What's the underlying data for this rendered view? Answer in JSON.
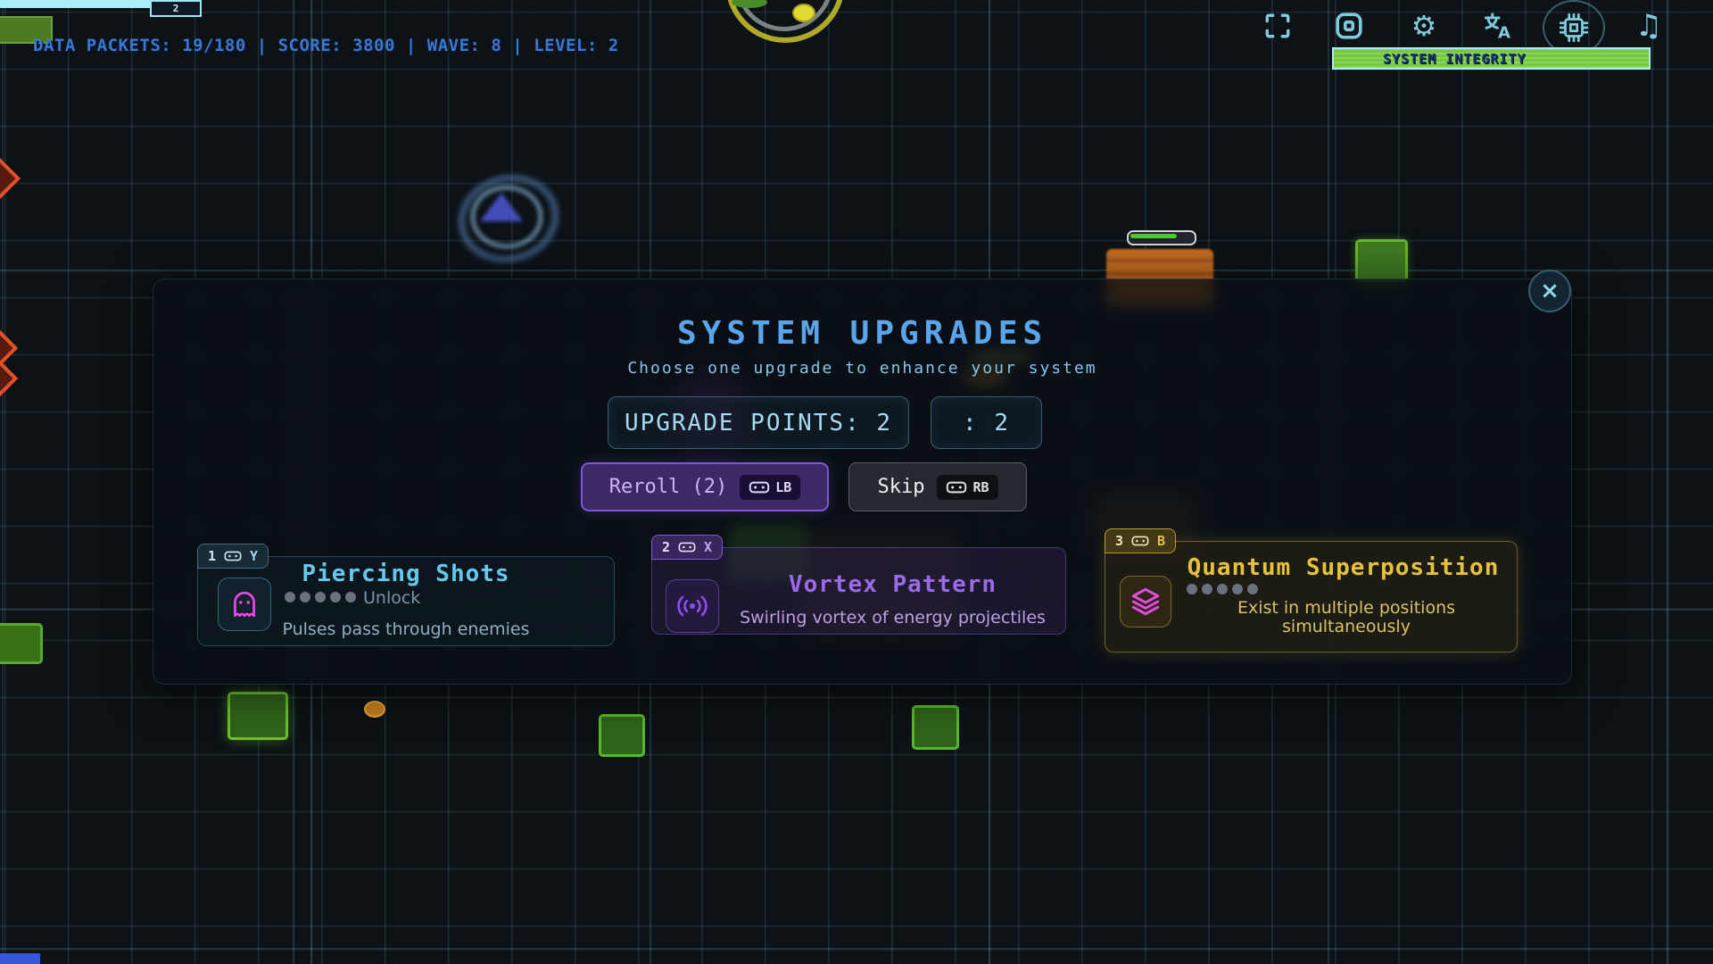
{
  "hud": {
    "data_packets": "DATA PACKETS: 19/180",
    "sep": " | ",
    "score": "SCORE: 3800",
    "wave": "WAVE: 8",
    "level": "LEVEL: 2",
    "xp_level_badge": "2"
  },
  "topbar": {
    "system_integrity_label": "SYSTEM INTEGRITY",
    "icons": [
      "fullscreen",
      "window",
      "settings",
      "language",
      "performance-chip",
      "music"
    ],
    "gear_glyph": "⚙",
    "music_glyph": "♫"
  },
  "modal": {
    "title": "SYSTEM UPGRADES",
    "subtitle": "Choose one upgrade to enhance your system",
    "close_glyph": "×",
    "upgrade_points": "UPGRADE POINTS: 2",
    "points_alt": ": 2",
    "reroll": {
      "label": "Reroll (2)",
      "key": "LB"
    },
    "skip": {
      "label": "Skip",
      "key": "RB"
    },
    "cards": [
      {
        "slot": "1",
        "key": "Y",
        "title": "Piercing Shots",
        "status": "Unlock",
        "pips": 5,
        "description": "Pulses pass through enemies",
        "theme": "cyan",
        "icon": "ghost"
      },
      {
        "slot": "2",
        "key": "X",
        "title": "Vortex Pattern",
        "pips": 0,
        "description": "Swirling vortex of energy projectiles",
        "theme": "purple",
        "icon": "broadcast"
      },
      {
        "slot": "3",
        "key": "B",
        "title": "Quantum Superposition",
        "pips": 5,
        "description": "Exist in multiple positions simultaneously",
        "theme": "gold",
        "icon": "layers"
      }
    ]
  },
  "colors": {
    "hud_blue": "#3b79cf",
    "title_blue": "#5aa4ea",
    "integrity_green": "#7ed348",
    "card_cyan": "#66c8ea",
    "card_purple": "#9a6ae8",
    "card_gold": "#e6c23c",
    "accent_magenta": "#e649e6"
  }
}
